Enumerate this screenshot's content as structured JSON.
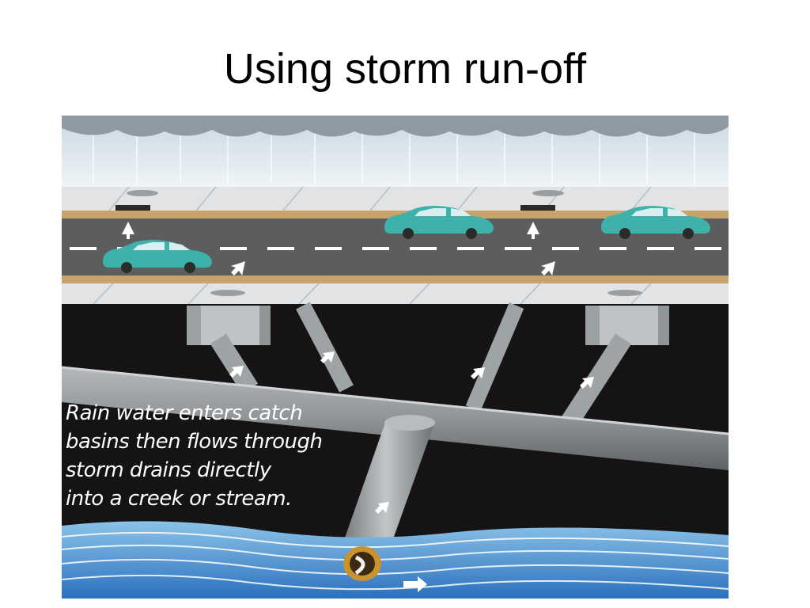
{
  "slide": {
    "title": "Using storm run-off"
  },
  "diagram": {
    "caption_lines": [
      "Rain water enters catch",
      "basins then flows through",
      "storm drains directly",
      "into a creek or stream."
    ],
    "colors": {
      "sky": "#dfeaf0",
      "rain_cloud": "#8e9aa3",
      "road": "#5c5d5f",
      "curb": "#e1e3e4",
      "dirt": "#c6a46b",
      "underground": "#151313",
      "pipe": "#9ea3a6",
      "car": "#3eb1aa",
      "stream": "#2f7cc6",
      "flow_arrow": "#ffffff"
    }
  }
}
